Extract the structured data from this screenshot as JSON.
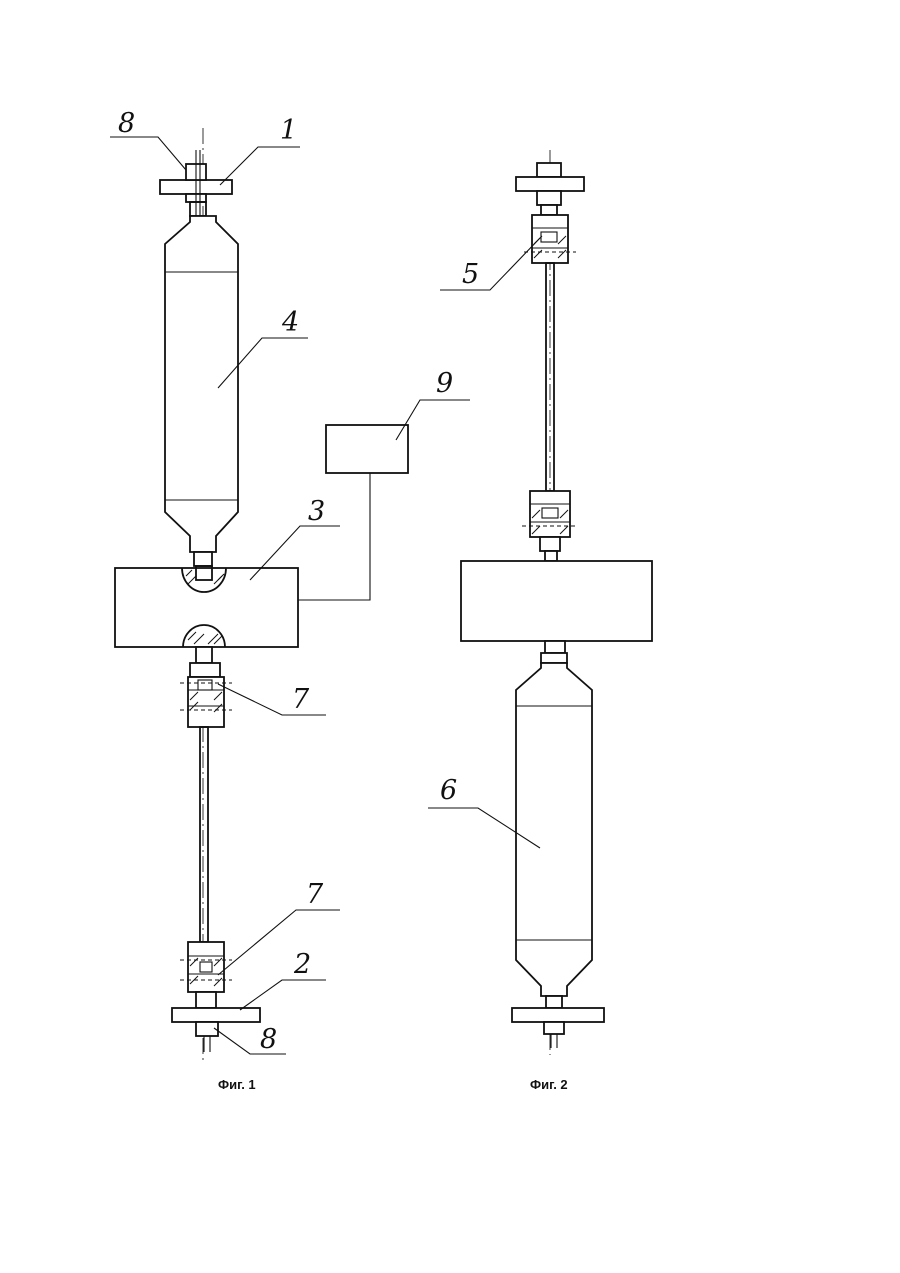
{
  "figures": [
    {
      "caption": "Фиг. 1",
      "labels": [
        "8",
        "1",
        "4",
        "9",
        "3",
        "7",
        "7",
        "2",
        "8"
      ]
    },
    {
      "caption": "Фиг. 2",
      "labels": [
        "5",
        "6"
      ]
    }
  ]
}
